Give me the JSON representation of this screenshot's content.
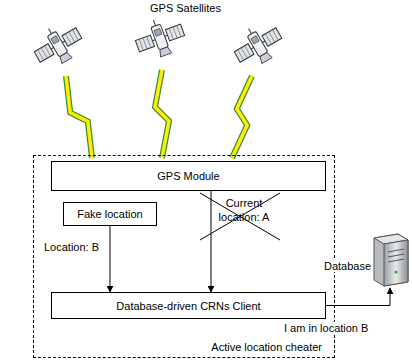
{
  "diagram": {
    "nodes": [
      {
        "text": [
          "Active location cheater"
        ]
      },
      {
        "text": [
          "GPS Module"
        ],
        "in": 0
      },
      {
        "text": [
          "Fake location"
        ],
        "in": 0
      },
      {
        "text": [
          "Database-driven CRNs Client"
        ],
        "in": 0
      },
      {
        "text": [
          "Database"
        ]
      }
    ],
    "edges": [
      {
        "from": 1,
        "to": 3,
        "arrow": "to"
      },
      {
        "from": 2,
        "to": 3,
        "label": "Location: B",
        "arrow": "to"
      },
      {
        "from": 3,
        "to": 4,
        "label": "I am in location B",
        "arrow": "to"
      }
    ],
    "labels": [
      "GPS Satellites",
      "Current location: A"
    ]
  }
}
